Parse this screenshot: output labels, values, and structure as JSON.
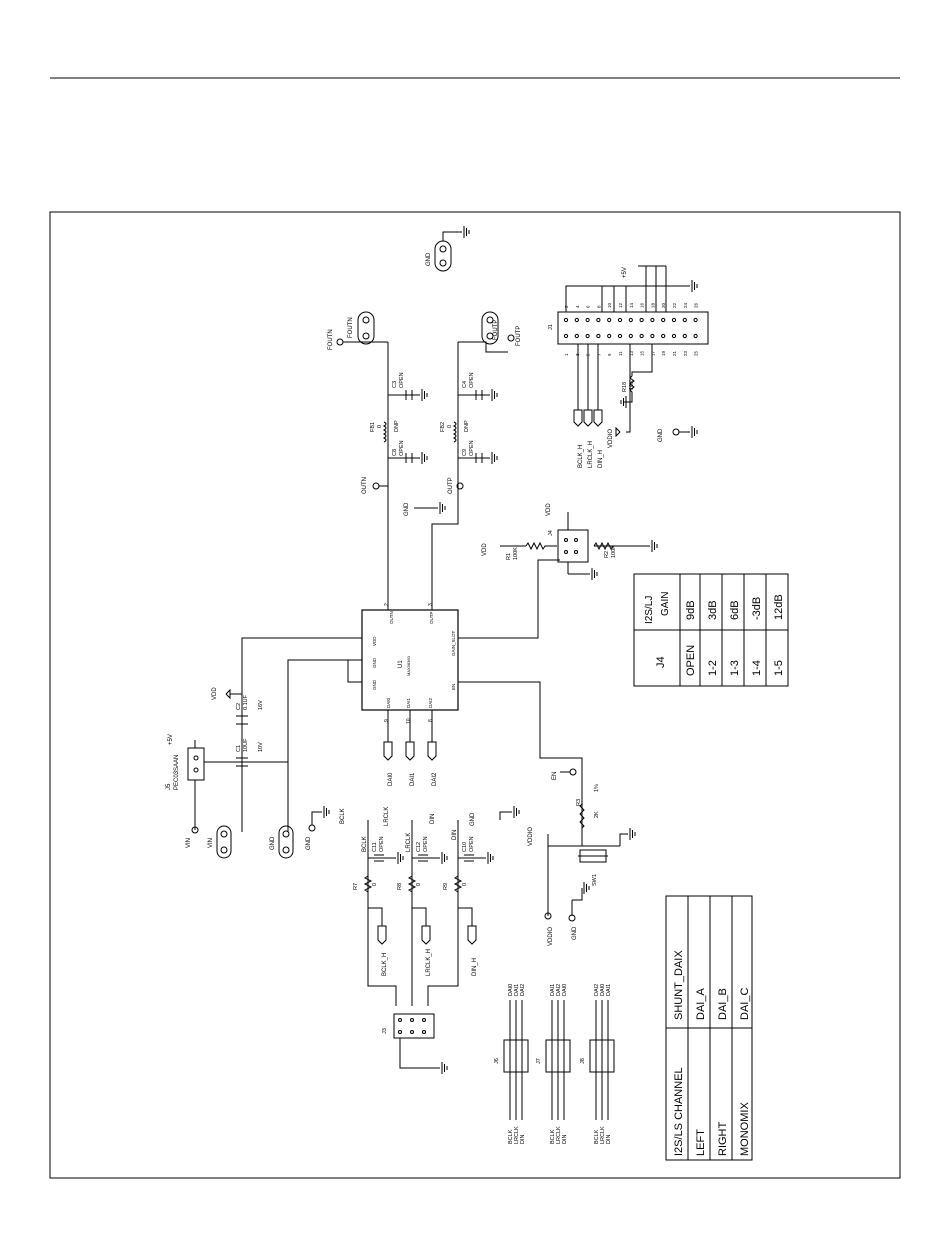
{
  "ic": {
    "ref": "U1",
    "part": "MAX98360",
    "pins": {
      "outn": "OUTN",
      "outp": "OUTP",
      "vdd": "VDD",
      "gnd1": "GND",
      "gnd2": "GND",
      "gain": "GAIN_SLOT",
      "en": "EN",
      "dai0": "DAI0",
      "dai1": "DAI1",
      "dai2": "DAI2"
    },
    "pin_numbers": {
      "outn": "2",
      "outp": "3",
      "dai0": "9",
      "dai1": "10",
      "dai2": "8"
    }
  },
  "nets": {
    "foutn": "FOUTN",
    "foutp": "FOUTP",
    "outn": "OUTN",
    "outp": "OUTP",
    "gnd": "GND",
    "vdd": "VDD",
    "vin": "VIN",
    "p5v": "+5V",
    "en": "EN",
    "vddio": "VDDIO",
    "bclk": "BCLK",
    "lrclk": "LRCLK",
    "din": "DIN",
    "bclk_h": "BCLK_H",
    "lrclk_h": "LRCLK_H",
    "din_h": "DIN_H",
    "dai0": "DAI0",
    "dai1": "DAI1",
    "dai2": "DAI2"
  },
  "components": {
    "c1": {
      "ref": "C1",
      "value": "10UF",
      "rating": "10V"
    },
    "c2": {
      "ref": "C2",
      "value": "0.1UF",
      "rating": "16V"
    },
    "c3": {
      "ref": "C3",
      "value": "OPEN"
    },
    "c4": {
      "ref": "C4",
      "value": "OPEN"
    },
    "c8": {
      "ref": "C8",
      "value": "OPEN"
    },
    "c9": {
      "ref": "C9",
      "value": "OPEN"
    },
    "c10": {
      "ref": "C10",
      "value": "OPEN"
    },
    "c11": {
      "ref": "C11",
      "value": "OPEN"
    },
    "c12": {
      "ref": "C12",
      "value": "OPEN"
    },
    "fb1": {
      "ref": "FB1",
      "value": "0",
      "note": "DNP"
    },
    "fb2": {
      "ref": "FB2",
      "value": "0",
      "note": "DNP"
    },
    "r1": {
      "ref": "R1",
      "value": "100K"
    },
    "r2": {
      "ref": "R2",
      "value": "100K"
    },
    "r3": {
      "ref": "R3",
      "value": "2K",
      "tol": "1%"
    },
    "r7": {
      "ref": "R7",
      "value": "0"
    },
    "r8": {
      "ref": "R8",
      "value": "0"
    },
    "r9": {
      "ref": "R9",
      "value": "0"
    },
    "r18": {
      "ref": "R18",
      "value": "10K"
    },
    "j1": {
      "ref": "J1"
    },
    "j3": {
      "ref": "J3"
    },
    "j4": {
      "ref": "J4"
    },
    "j5": {
      "ref": "J5",
      "part": "PEC03SAAN"
    },
    "j6": {
      "ref": "J6"
    },
    "j7": {
      "ref": "J7"
    },
    "j8": {
      "ref": "J8"
    },
    "sw1": {
      "ref": "SW1"
    }
  },
  "j1_pins": {
    "even": [
      "2",
      "4",
      "6",
      "8",
      "10",
      "12",
      "14",
      "16",
      "18",
      "20",
      "22",
      "24",
      "26"
    ],
    "odd": [
      "1",
      "3",
      "5",
      "7",
      "9",
      "11",
      "13",
      "15",
      "17",
      "19",
      "21",
      "23",
      "25"
    ]
  },
  "gain_table": {
    "headers": [
      "J4",
      "I2S/LJ GAIN"
    ],
    "rows": [
      [
        "OPEN",
        "9dB"
      ],
      [
        "1-2",
        "3dB"
      ],
      [
        "1-3",
        "6dB"
      ],
      [
        "1-4",
        "-3dB"
      ],
      [
        "1-5",
        "12dB"
      ]
    ]
  },
  "channel_table": {
    "headers": [
      "I2S/LS CHANNEL",
      "SHUNT_DAIX"
    ],
    "rows": [
      [
        "LEFT",
        "DAI_A"
      ],
      [
        "RIGHT",
        "DAI_B"
      ],
      [
        "MONOMIX",
        "DAI_C"
      ]
    ]
  }
}
